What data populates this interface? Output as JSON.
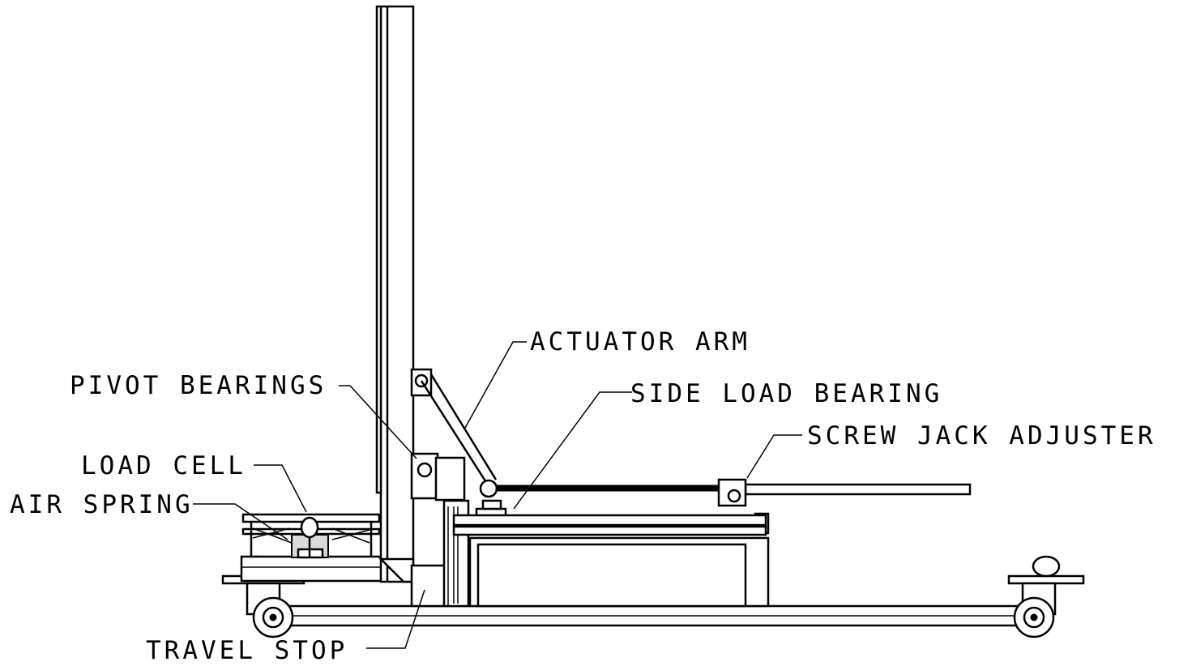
{
  "labels": {
    "actuator_arm": "ACTUATOR ARM",
    "pivot_bearings": "PIVOT BEARINGS",
    "side_load_bearing": "SIDE LOAD BEARING",
    "screw_jack_adjuster": "SCREW JACK ADJUSTER",
    "load_cell": "LOAD CELL",
    "air_spring": "AIR SPRING",
    "travel_stop": "TRAVEL STOP"
  }
}
